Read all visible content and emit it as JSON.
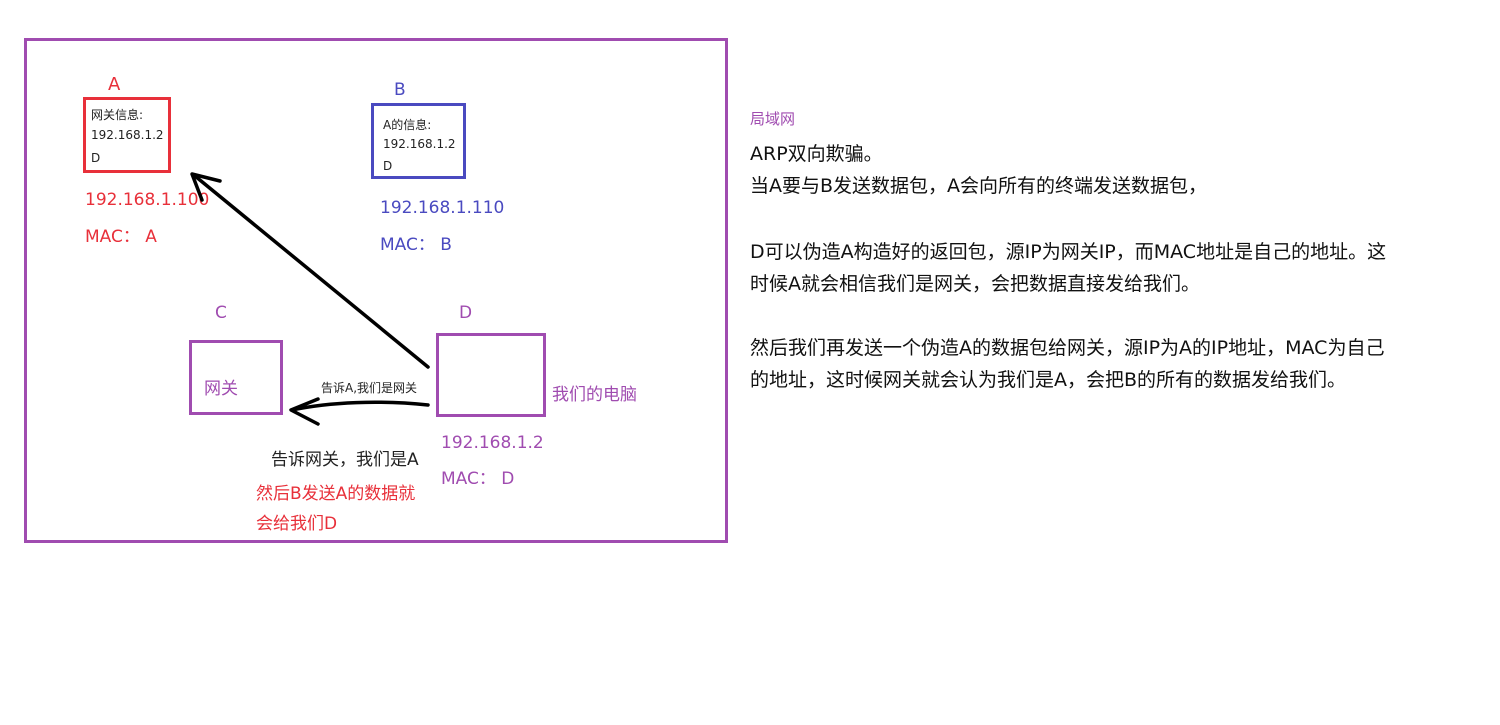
{
  "diagram": {
    "node_a": {
      "title": "A",
      "info_lines": [
        "网关信息:",
        "192.168.1.2",
        "D"
      ],
      "ip": "192.168.1.100",
      "mac": "MAC： A"
    },
    "node_b": {
      "title": "B",
      "info_lines": [
        "A的信息:",
        "192.168.1.2",
        "D"
      ],
      "ip": "192.168.1.110",
      "mac": "MAC： B"
    },
    "node_c": {
      "title": "C",
      "label": "网关"
    },
    "node_d": {
      "title": "D",
      "label": "我们的电脑",
      "ip": "192.168.1.2",
      "mac": "MAC： D"
    },
    "arrow_to_gateway_label": "告诉A,我们是网关",
    "arrow_to_a_caption": "告诉网关，我们是A",
    "red_note_lines": [
      "然后B发送A的数据就",
      "会给我们D"
    ]
  },
  "notes": {
    "heading": "局域网",
    "title": "ARP双向欺骗。",
    "para1": "当A要与B发送数据包，A会向所有的终端发送数据包，",
    "para2_lines": [
      "D可以伪造A构造好的返回包，源IP为网关IP，而MAC地址是自己的地址。这",
      "时候A就会相信我们是网关，会把数据直接发给我们。"
    ],
    "para3_lines": [
      "然后我们再发送一个伪造A的数据包给网关，源IP为A的IP地址，MAC为自己",
      "的地址，这时候网关就会认为我们是A，会把B的所有的数据发给我们。"
    ]
  },
  "colors": {
    "frame": "#a04cb0",
    "node_a": "#e8303a",
    "node_b": "#4a4ac0",
    "node_c_d": "#a04cb0",
    "arrows": "#000000"
  }
}
